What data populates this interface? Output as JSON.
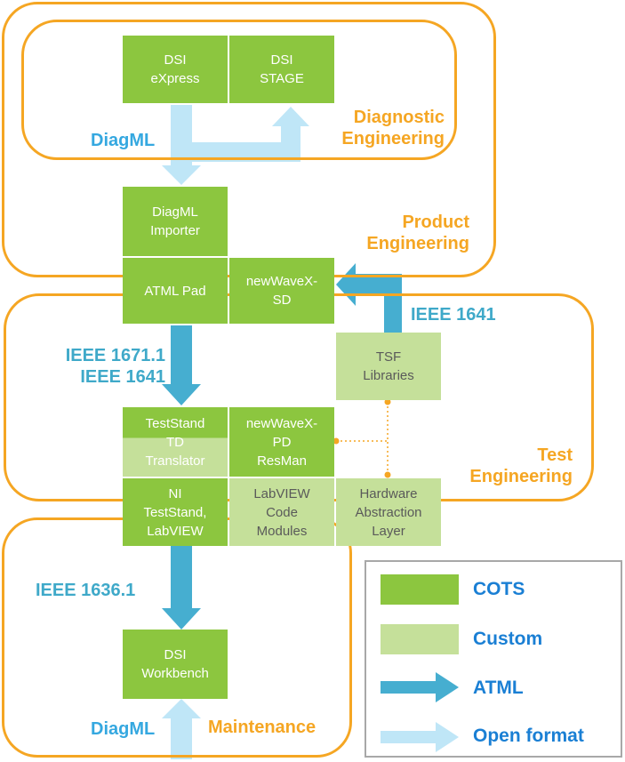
{
  "regions": {
    "diagnostic": "Diagnostic\nEngineering",
    "product": "Product\nEngineering",
    "test": "Test\nEngineering",
    "maintenance": "Maintenance"
  },
  "boxes": {
    "dsi_express": "DSI\neXpress",
    "dsi_stage": "DSI\nSTAGE",
    "diagml_importer": "DiagML\nImporter",
    "atml_pad": "ATML Pad",
    "newwavex_sd": "newWaveX-\nSD",
    "tsf_libraries": "TSF\nLibraries",
    "teststand_td": "TestStand\nTD\nTranslator",
    "newwavex_pd": "newWaveX-\nPD\nResMan",
    "ni_teststand": "NI\nTestStand,\nLabVIEW",
    "labview_code": "LabVIEW\nCode\nModules",
    "hal": "Hardware\nAbstraction\nLayer",
    "dsi_workbench": "DSI\nWorkbench"
  },
  "flows": {
    "diagml_top": "DiagML",
    "ieee1641_right": "IEEE 1641",
    "ieee1671": "IEEE 1671.1\nIEEE 1641",
    "ieee1636": "IEEE 1636.1",
    "diagml_bottom": "DiagML"
  },
  "legend": {
    "cots": "COTS",
    "custom": "Custom",
    "atml": "ATML",
    "open": "Open format"
  },
  "colors": {
    "cots": "#8cc63f",
    "custom": "#c5e09a",
    "atml_arrow": "#46aed0",
    "open_arrow": "#bfe6f7",
    "region_border": "#f5a623"
  }
}
